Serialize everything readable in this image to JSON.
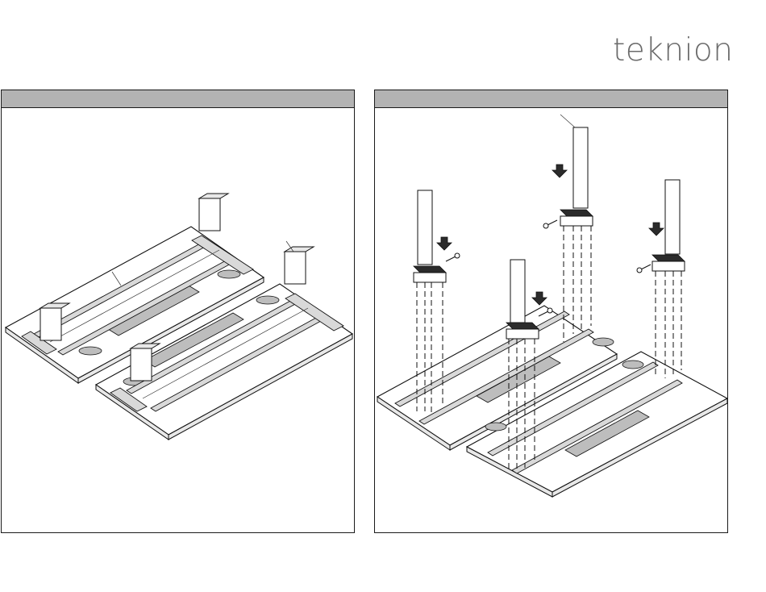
{
  "brand": {
    "logo_text": "teknion"
  },
  "panels": [
    {
      "id": "step-1",
      "header": ""
    },
    {
      "id": "step-2",
      "header": ""
    }
  ],
  "icons": [
    "down-arrow-icon",
    "screw-icon",
    "table-leg-icon",
    "bracket-icon"
  ]
}
